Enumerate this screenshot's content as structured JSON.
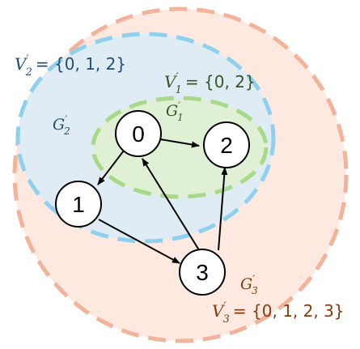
{
  "colors": {
    "outer_fill": "#fde9df",
    "outer_stroke": "#f2b39a",
    "blue_fill": "#e0ecf4",
    "blue_stroke": "#8fd0ee",
    "green_fill": "#dff0d4",
    "green_stroke": "#a8d88a",
    "label_blue": "#1f4e79",
    "label_green": "#375623",
    "label_brown": "#843c0c",
    "node_stroke": "#000000",
    "edge": "#000000"
  },
  "nodes": [
    {
      "id": "0",
      "label": "0"
    },
    {
      "id": "1",
      "label": "1"
    },
    {
      "id": "2",
      "label": "2"
    },
    {
      "id": "3",
      "label": "3"
    }
  ],
  "edges": [
    {
      "from": "0",
      "to": "2"
    },
    {
      "from": "0",
      "to": "1"
    },
    {
      "from": "1",
      "to": "3"
    },
    {
      "from": "3",
      "to": "0"
    },
    {
      "from": "3",
      "to": "2"
    }
  ],
  "regions": {
    "g1": {
      "graph_label": "G",
      "graph_sub": "1",
      "set_lhs": "V",
      "set_sub": "1",
      "set_eq": "= {0, 2}"
    },
    "g2": {
      "graph_label": "G",
      "graph_sub": "2",
      "set_lhs": "V",
      "set_sub": "2",
      "set_eq": "= {0, 1, 2}"
    },
    "g3": {
      "graph_label": "G",
      "graph_sub": "3",
      "set_lhs": "V",
      "set_sub": "3",
      "set_eq": "= {0, 1, 2, 3}"
    }
  },
  "prime": "′"
}
